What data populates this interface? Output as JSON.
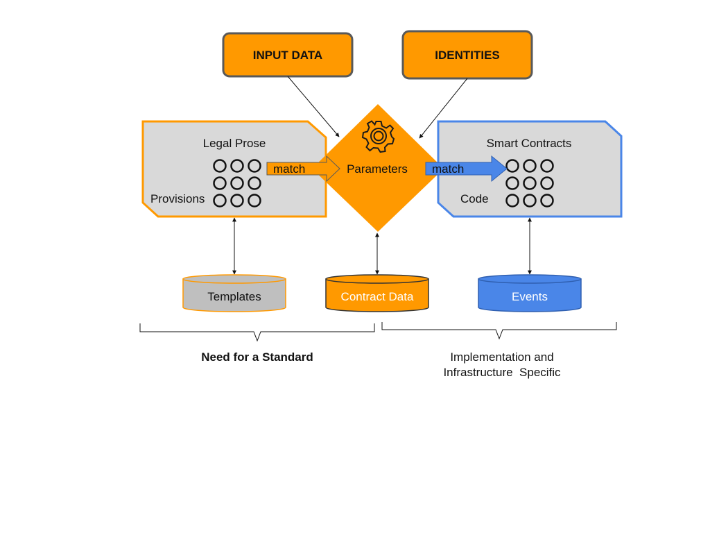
{
  "colors": {
    "orange": "#ff9900",
    "blue": "#4a86e8",
    "panel_gray": "#d9d9d9",
    "box_border": "#595959",
    "cylinder_gray": "#bfbfbf",
    "text": "#111111"
  },
  "inputs": {
    "input_data": "INPUT DATA",
    "identities": "IDENTITIES"
  },
  "legal_prose": {
    "title": "Legal Prose",
    "provisions_label": "Provisions",
    "match_label": "match"
  },
  "center": {
    "label": "Parameters",
    "icon": "gear-icon"
  },
  "smart_contracts": {
    "title": "Smart Contracts",
    "code_label": "Code",
    "match_label": "match"
  },
  "stores": {
    "templates": "Templates",
    "contract_data": "Contract Data",
    "events": "Events"
  },
  "groups": {
    "standard": "Need for a Standard",
    "implementation_line1": "Implementation and",
    "implementation_line2": "Infrastructure  Specific"
  }
}
